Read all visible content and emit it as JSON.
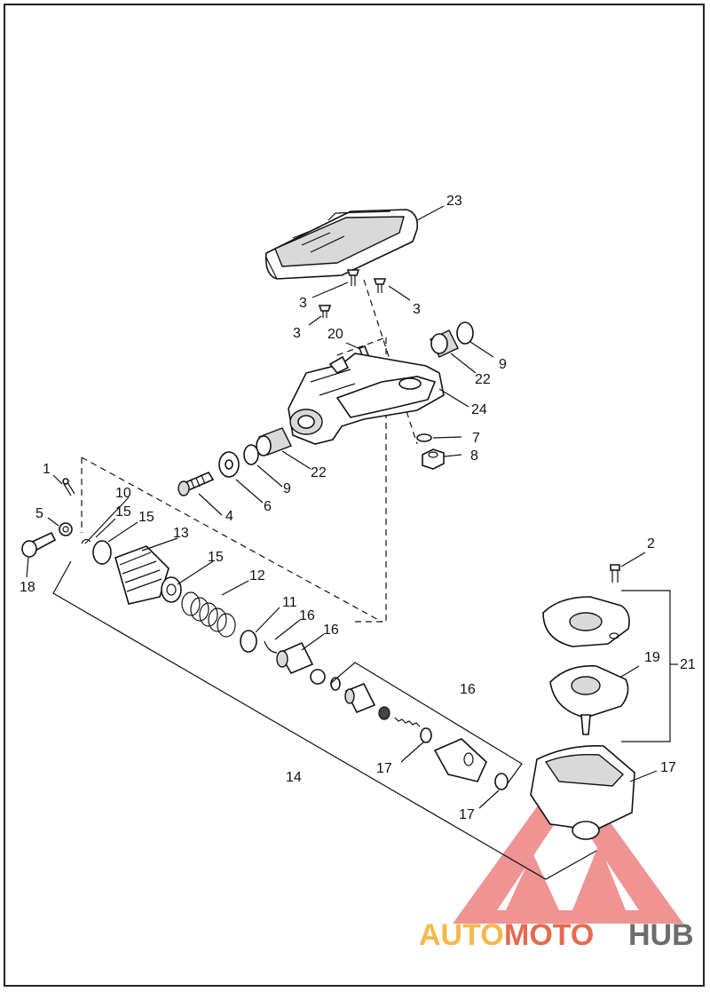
{
  "diagram": {
    "callouts": [
      {
        "id": "c23",
        "text": "23"
      },
      {
        "id": "c3a",
        "text": "3"
      },
      {
        "id": "c3b",
        "text": "3"
      },
      {
        "id": "c3c",
        "text": "3"
      },
      {
        "id": "c20",
        "text": "20"
      },
      {
        "id": "c9a",
        "text": "9"
      },
      {
        "id": "c22a",
        "text": "22"
      },
      {
        "id": "c24",
        "text": "24"
      },
      {
        "id": "c7",
        "text": "7"
      },
      {
        "id": "c8",
        "text": "8"
      },
      {
        "id": "c22b",
        "text": "22"
      },
      {
        "id": "c9b",
        "text": "9"
      },
      {
        "id": "c6",
        "text": "6"
      },
      {
        "id": "c4",
        "text": "4"
      },
      {
        "id": "c1",
        "text": "1"
      },
      {
        "id": "c10",
        "text": "10"
      },
      {
        "id": "c15a",
        "text": "15"
      },
      {
        "id": "c15b",
        "text": "15"
      },
      {
        "id": "c5",
        "text": "5"
      },
      {
        "id": "c13",
        "text": "13"
      },
      {
        "id": "c15c",
        "text": "15"
      },
      {
        "id": "c18",
        "text": "18"
      },
      {
        "id": "c12",
        "text": "12"
      },
      {
        "id": "c11",
        "text": "11"
      },
      {
        "id": "c16a",
        "text": "16"
      },
      {
        "id": "c16b",
        "text": "16"
      },
      {
        "id": "c16c",
        "text": "16"
      },
      {
        "id": "c2",
        "text": "2"
      },
      {
        "id": "c19",
        "text": "19"
      },
      {
        "id": "c21",
        "text": "21"
      },
      {
        "id": "c14",
        "text": "14"
      },
      {
        "id": "c17a",
        "text": "17"
      },
      {
        "id": "c17b",
        "text": "17"
      },
      {
        "id": "c17c",
        "text": "17"
      }
    ]
  },
  "watermark": {
    "part1": "AUTO",
    "part2": "MOTO",
    "part3": "HUB",
    "colors": {
      "auto": "#f5b84a",
      "moto": "#e46a50",
      "hub": "#6d6d6d",
      "triangle": "#e23b3b"
    }
  }
}
